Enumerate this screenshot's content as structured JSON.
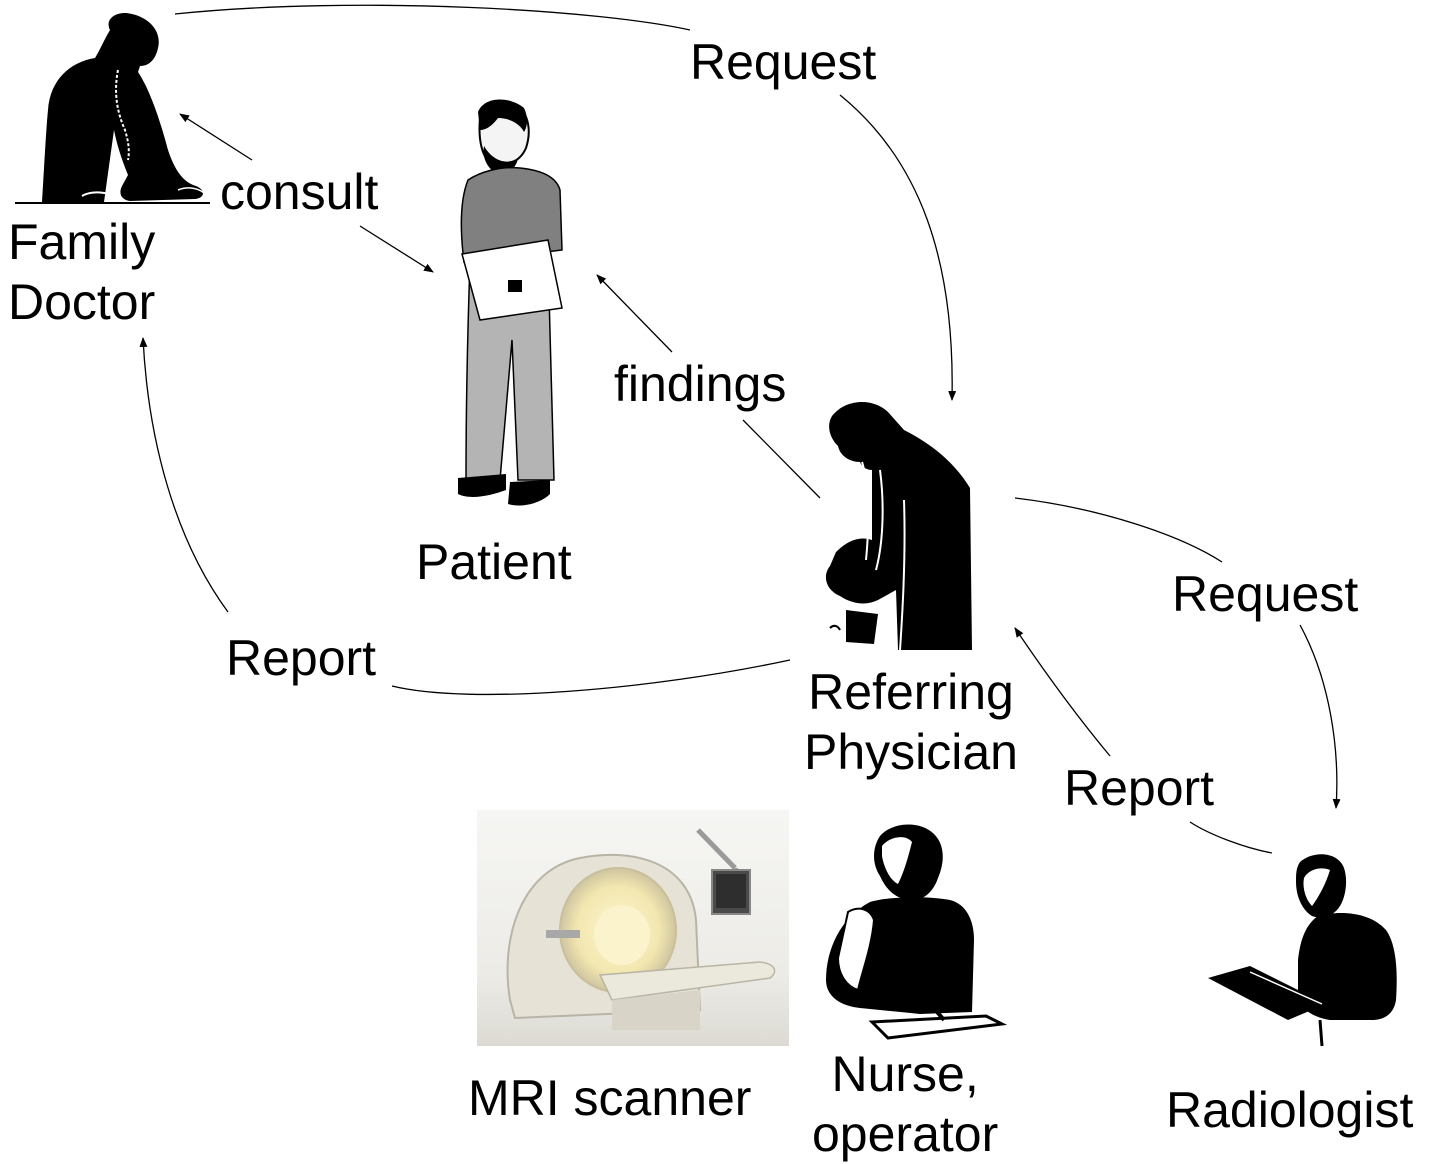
{
  "actors": {
    "family_doctor": {
      "name": "Family\nDoctor",
      "icon": "family-doctor-on-phone-silhouette"
    },
    "patient": {
      "name": "Patient",
      "icon": "patient-holding-folder-figure"
    },
    "referring_physician": {
      "name": "Referring\nPhysician",
      "icon": "physician-with-stethoscope-silhouette"
    },
    "mri_scanner": {
      "name": "MRI scanner",
      "icon": "mri-scanner-photo"
    },
    "nurse_operator": {
      "name": "Nurse,\noperator",
      "icon": "nurse-writing-silhouette"
    },
    "radiologist": {
      "name": "Radiologist",
      "icon": "radiologist-with-clipboard-silhouette"
    }
  },
  "edges": {
    "fd_to_rp": {
      "label": "Request",
      "from": "family_doctor",
      "to": "referring_physician"
    },
    "fd_consult_patient": {
      "label": "consult",
      "from": "family_doctor",
      "to": "patient"
    },
    "rp_to_patient": {
      "label": "findings",
      "from": "referring_physician",
      "to": "patient"
    },
    "rp_to_fd": {
      "label": "Report",
      "from": "referring_physician",
      "to": "family_doctor"
    },
    "rp_to_rad": {
      "label": "Request",
      "from": "referring_physician",
      "to": "radiologist"
    },
    "rad_to_rp": {
      "label": "Report",
      "from": "radiologist",
      "to": "referring_physician"
    }
  },
  "colors": {
    "stroke": "#000000",
    "patient_shirt": "#808080",
    "patient_pants": "#b4b4b4",
    "mri_shell": "#e6e3d6",
    "mri_bore": "#f3e7b0"
  }
}
